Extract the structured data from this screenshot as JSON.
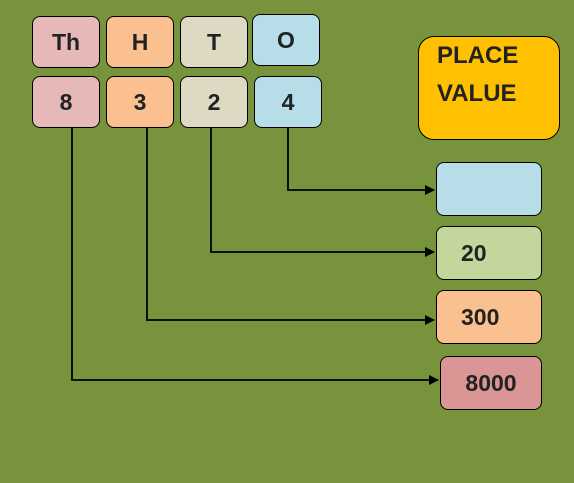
{
  "title": {
    "line1": "PLACE",
    "line2": "VALUE"
  },
  "headers": [
    "Th",
    "H",
    "T",
    "O"
  ],
  "digits": [
    "8",
    "3",
    "2",
    "4"
  ],
  "results": [
    "",
    "20",
    "300",
    "8000"
  ],
  "colors": {
    "background": "#77933c",
    "thousands": "#e6b9b8",
    "hundreds": "#fac090",
    "tens": "#ddd9c3",
    "ones": "#b7dde8",
    "result_ones": "#b7dde8",
    "result_tens": "#c3d69b",
    "result_hundreds": "#fac090",
    "result_thousands": "#d99694",
    "title_box": "#ffc000"
  }
}
